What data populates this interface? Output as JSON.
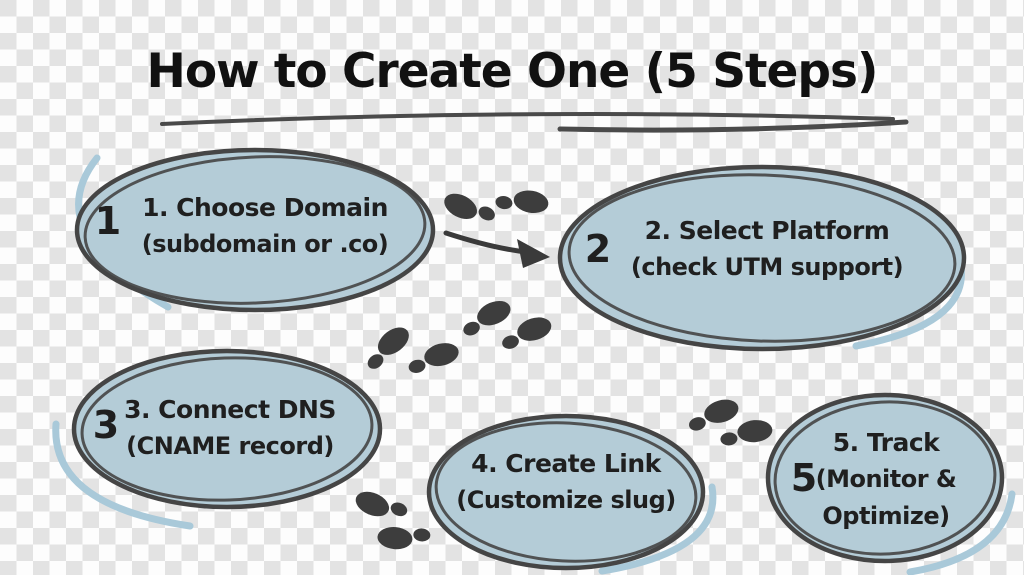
{
  "title": {
    "text": "How to Create One (5 Steps)"
  },
  "steps": [
    {
      "badge": "1",
      "heading": "1. Choose Domain",
      "detail": "(subdomain or .co)"
    },
    {
      "badge": "2",
      "heading": "2. Select Platform",
      "detail": "(check UTM support)"
    },
    {
      "badge": "3",
      "heading": "3. Connect DNS",
      "detail": "(CNAME record)"
    },
    {
      "heading": "4. Create Link",
      "detail": "(Customize slug)"
    },
    {
      "badge": "5",
      "heading": "5. Track",
      "detail": "(Monitor &",
      "detail2": "Optimize)"
    }
  ],
  "colors": {
    "bubble_fill": "#b4ccd7",
    "bubble_outline": "#454545",
    "text": "#1f1f1f",
    "title": "#111111",
    "accent_arc": "#a9c9d9",
    "footprints": "#3d3d3d",
    "arrow": "#3a3a3a",
    "checker_light": "#fdfdfd",
    "checker_dark": "#e3e3e3"
  },
  "icons": {
    "footprints": "footprints-icon",
    "arrow": "arrow-right-icon"
  }
}
